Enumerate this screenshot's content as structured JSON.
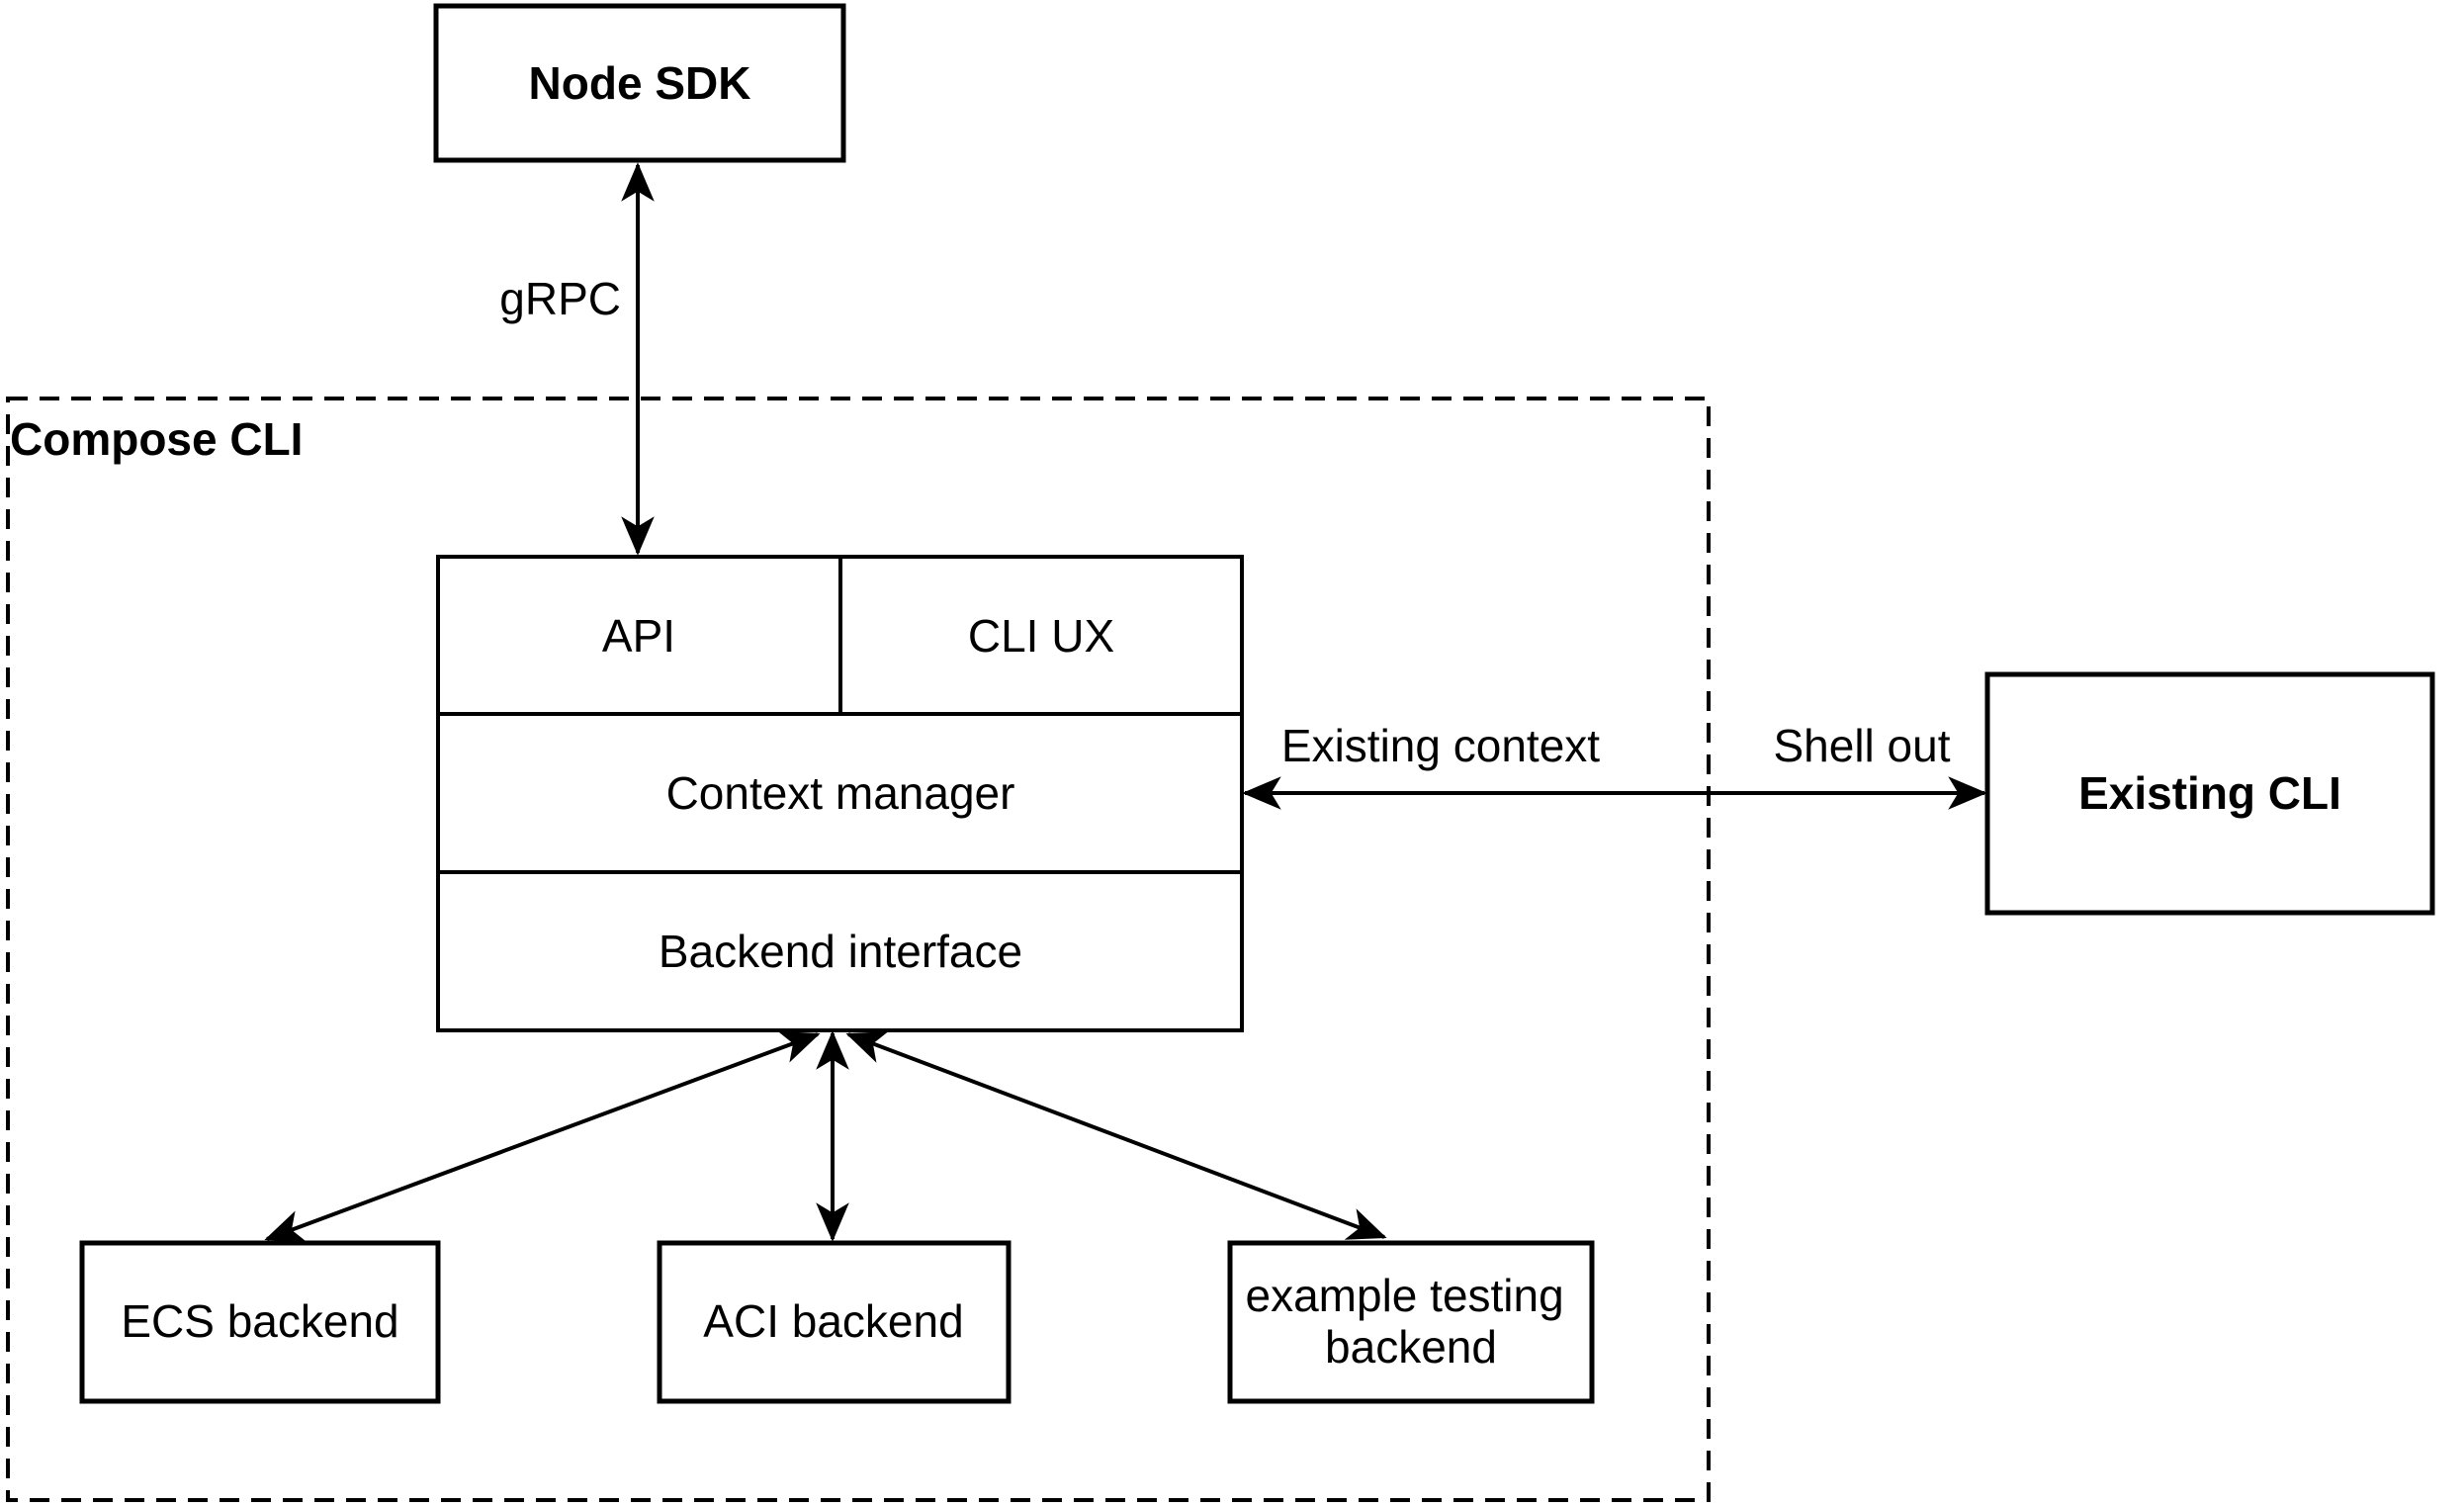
{
  "container": {
    "label": "Compose CLI"
  },
  "nodes": {
    "node_sdk": {
      "label": "Node SDK"
    },
    "api": {
      "label": "API"
    },
    "cli_ux": {
      "label": "CLI UX"
    },
    "context_manager": {
      "label": "Context manager"
    },
    "backend_interface": {
      "label": "Backend interface"
    },
    "existing_cli": {
      "label": "Existing CLI"
    },
    "ecs_backend": {
      "label": "ECS backend"
    },
    "aci_backend": {
      "label": "ACI backend"
    },
    "example_testing_backend": {
      "label_line1": "example testing",
      "label_line2": "backend"
    }
  },
  "edges": {
    "grpc": {
      "label": "gRPC"
    },
    "existing_context": {
      "label": "Existing context"
    },
    "shell_out": {
      "label": "Shell out"
    }
  },
  "colors": {
    "stroke": "#000000",
    "text": "#000000",
    "background": "#ffffff"
  }
}
